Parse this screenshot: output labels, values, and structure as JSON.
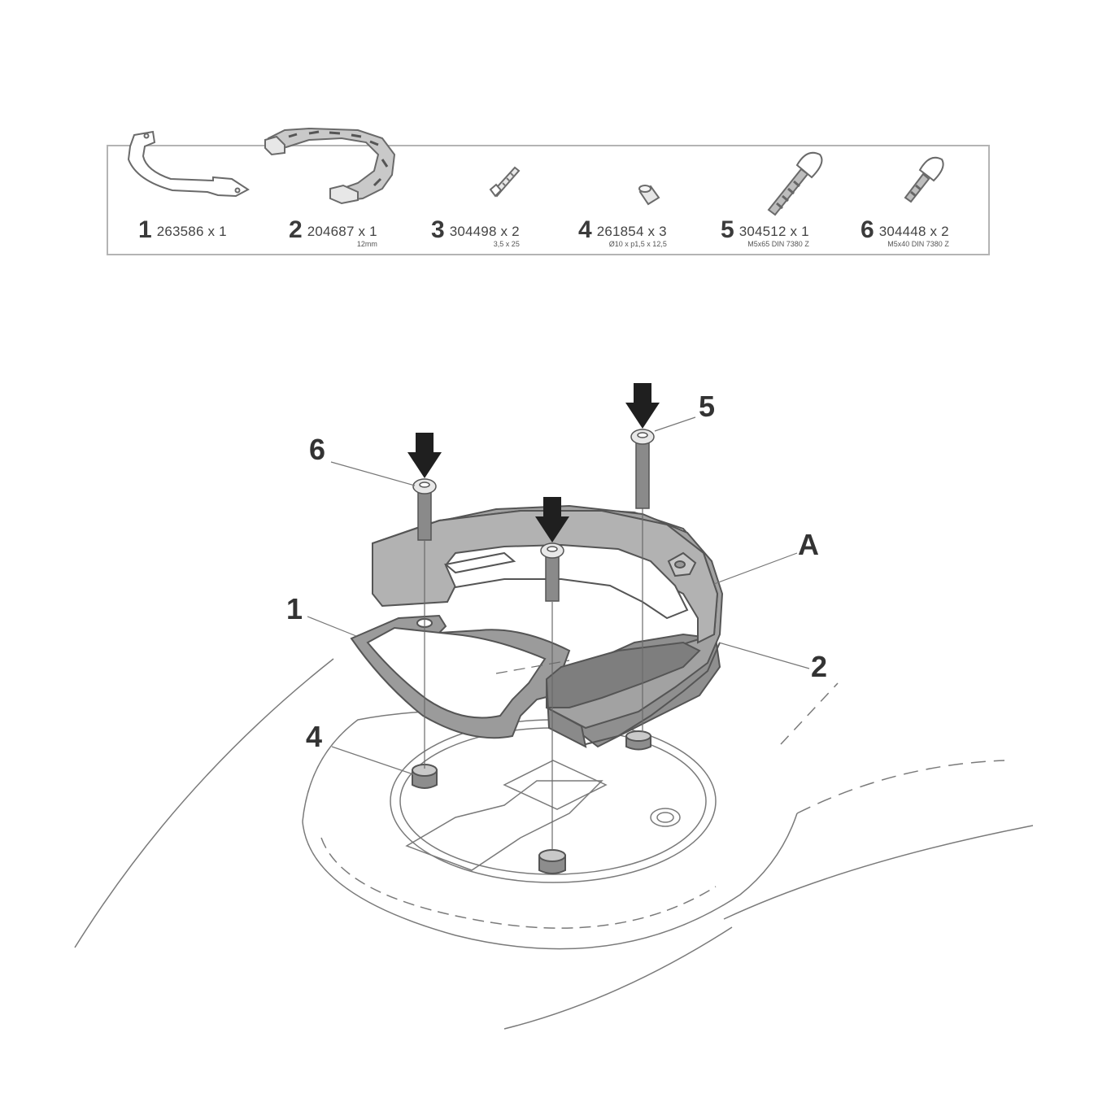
{
  "parts": [
    {
      "num": "1",
      "code": "263586 x 1",
      "spec": ""
    },
    {
      "num": "2",
      "code": "204687 x 1",
      "spec": "12mm"
    },
    {
      "num": "3",
      "code": "304498 x 2",
      "spec": "3,5 x 25"
    },
    {
      "num": "4",
      "code": "261854 x 3",
      "spec": "Ø10 x p1,5 x 12,5"
    },
    {
      "num": "5",
      "code": "304512 x 1",
      "spec": "M5x65 DIN 7380 Z"
    },
    {
      "num": "6",
      "code": "304448 x 2",
      "spec": "M5x40 DIN 7380 Z"
    }
  ],
  "callouts": {
    "c6": "6",
    "c5": "5",
    "cA": "A",
    "c1": "1",
    "c2": "2",
    "c4": "4"
  },
  "colors": {
    "line": "#6a6a6a",
    "part_fill": "#9a9a9a",
    "part_dark": "#6f6f6f",
    "arrow": "#1f1f1f"
  }
}
